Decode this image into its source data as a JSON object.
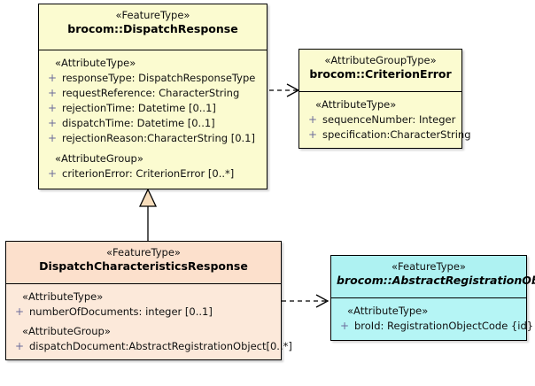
{
  "diagram": {
    "title": "UML class diagram",
    "colors": {
      "yellow_fill": "#fbfbd0",
      "peach_fill": "#fce9da",
      "peach_header": "#fce0cc",
      "cyan_fill": "#b5f5f5",
      "border": "#000000",
      "visibility_marker": "#6b6b9a"
    }
  },
  "classes": [
    {
      "id": "dispatch-response",
      "stereotype": "«FeatureType»",
      "name": "brocom::DispatchResponse",
      "abstract": false,
      "theme": "yellow",
      "compartments": [
        {
          "group": "«AttributeType»",
          "attributes": [
            {
              "visibility": "+",
              "text": "responseType: DispatchResponseType"
            },
            {
              "visibility": "+",
              "text": "requestReference: CharacterString"
            },
            {
              "visibility": "+",
              "text": "rejectionTime: Datetime [0..1]"
            },
            {
              "visibility": "+",
              "text": "dispatchTime: Datetime [0..1]"
            },
            {
              "visibility": "+",
              "text": "rejectionReason:CharacterString [0.1]"
            }
          ]
        },
        {
          "group": "«AttributeGroup»",
          "attributes": [
            {
              "visibility": "+",
              "text": "criterionError: CriterionError [0..*]"
            }
          ]
        }
      ]
    },
    {
      "id": "criterion-error",
      "stereotype": "«AttributeGroupType»",
      "name": "brocom::CriterionError",
      "abstract": false,
      "theme": "yellow",
      "compartments": [
        {
          "group": "«AttributeType»",
          "attributes": [
            {
              "visibility": "+",
              "text": "sequenceNumber: Integer"
            },
            {
              "visibility": "+",
              "text": "specification:CharacterString"
            }
          ]
        }
      ]
    },
    {
      "id": "dispatch-characteristics-response",
      "stereotype": "«FeatureType»",
      "name": "DispatchCharacteristicsResponse",
      "abstract": false,
      "theme": "peach",
      "compartments": [
        {
          "group": "«AttributeType»",
          "attributes": [
            {
              "visibility": "+",
              "text": "numberOfDocuments: integer [0..1]"
            }
          ]
        },
        {
          "group": "«AttributeGroup»",
          "attributes": [
            {
              "visibility": "+",
              "text": "dispatchDocument:AbstractRegistrationObject[0..*]"
            }
          ]
        }
      ]
    },
    {
      "id": "abstract-registration-object",
      "stereotype": "«FeatureType»",
      "name": "brocom::AbstractRegistrationObject",
      "abstract": true,
      "theme": "cyan",
      "compartments": [
        {
          "group": "«AttributeType»",
          "attributes": [
            {
              "visibility": "+",
              "text": "broId: RegistrationObjectCode {id}"
            }
          ]
        }
      ]
    }
  ],
  "relationships": [
    {
      "id": "dep-dispatchresponse-criterionerror",
      "type": "dependency",
      "style": "dashed-open-arrow",
      "from": "dispatch-response",
      "to": "criterion-error"
    },
    {
      "id": "gen-characteristics-dispatchresponse",
      "type": "generalization",
      "style": "solid-hollow-triangle",
      "from": "dispatch-characteristics-response",
      "to": "dispatch-response"
    },
    {
      "id": "dep-characteristics-abstractregistrationobject",
      "type": "dependency",
      "style": "dashed-open-arrow",
      "from": "dispatch-characteristics-response",
      "to": "abstract-registration-object"
    }
  ]
}
